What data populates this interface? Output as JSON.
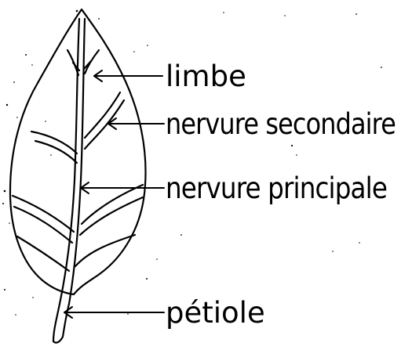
{
  "labels": {
    "blade": "limbe",
    "secondary_vein": "nervure secondaire",
    "main_vein": "nervure principale",
    "petiole": "pétiole"
  },
  "colors": {
    "ink": "#000000",
    "background": "#ffffff"
  }
}
